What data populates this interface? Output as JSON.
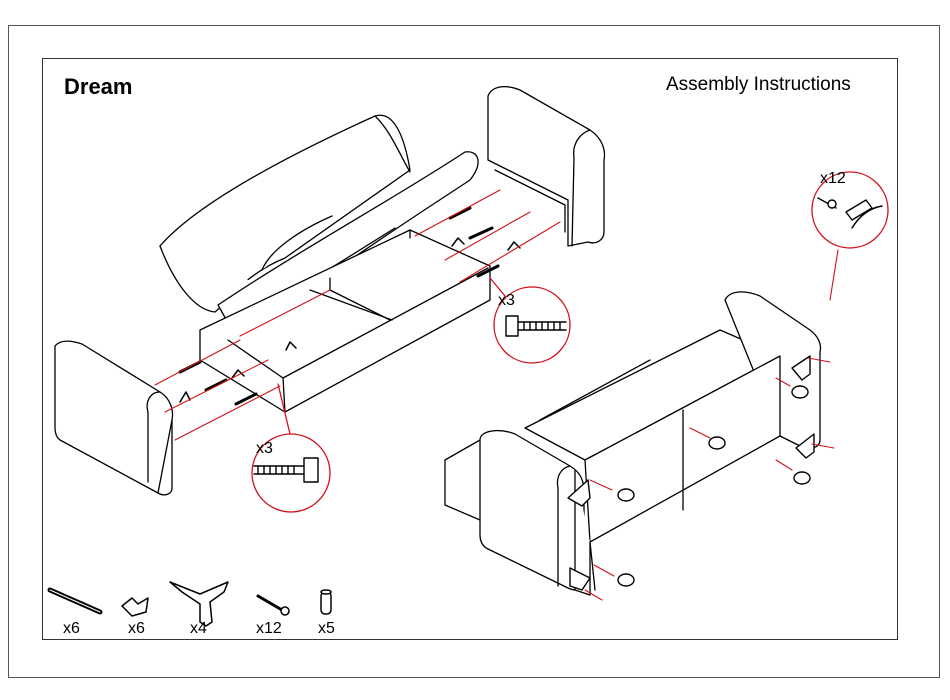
{
  "header": {
    "product_name": "Dream",
    "doc_title": "Assembly Instructions"
  },
  "callouts": {
    "top_bolt_qty": "x3",
    "left_bolt_qty": "x3",
    "screw_qty": "x12"
  },
  "parts": [
    {
      "icon": "bolt-icon",
      "qty": "x6"
    },
    {
      "icon": "wing-nut-icon",
      "qty": "x6"
    },
    {
      "icon": "corner-leg-icon",
      "qty": "x4"
    },
    {
      "icon": "screw-icon",
      "qty": "x12"
    },
    {
      "icon": "dowel-icon",
      "qty": "x5"
    }
  ],
  "colors": {
    "line": "#000000",
    "accent": "#d0121b"
  }
}
